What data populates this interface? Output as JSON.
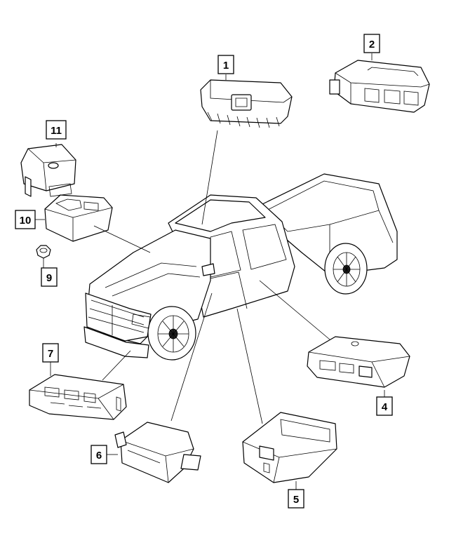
{
  "callouts": [
    {
      "id": "1",
      "label": "1"
    },
    {
      "id": "2",
      "label": "2"
    },
    {
      "id": "4",
      "label": "4"
    },
    {
      "id": "5",
      "label": "5"
    },
    {
      "id": "6",
      "label": "6"
    },
    {
      "id": "7",
      "label": "7"
    },
    {
      "id": "9",
      "label": "9"
    },
    {
      "id": "10",
      "label": "10"
    },
    {
      "id": "11",
      "label": "11"
    }
  ],
  "colors": {
    "line": "#000000",
    "background": "#ffffff"
  }
}
